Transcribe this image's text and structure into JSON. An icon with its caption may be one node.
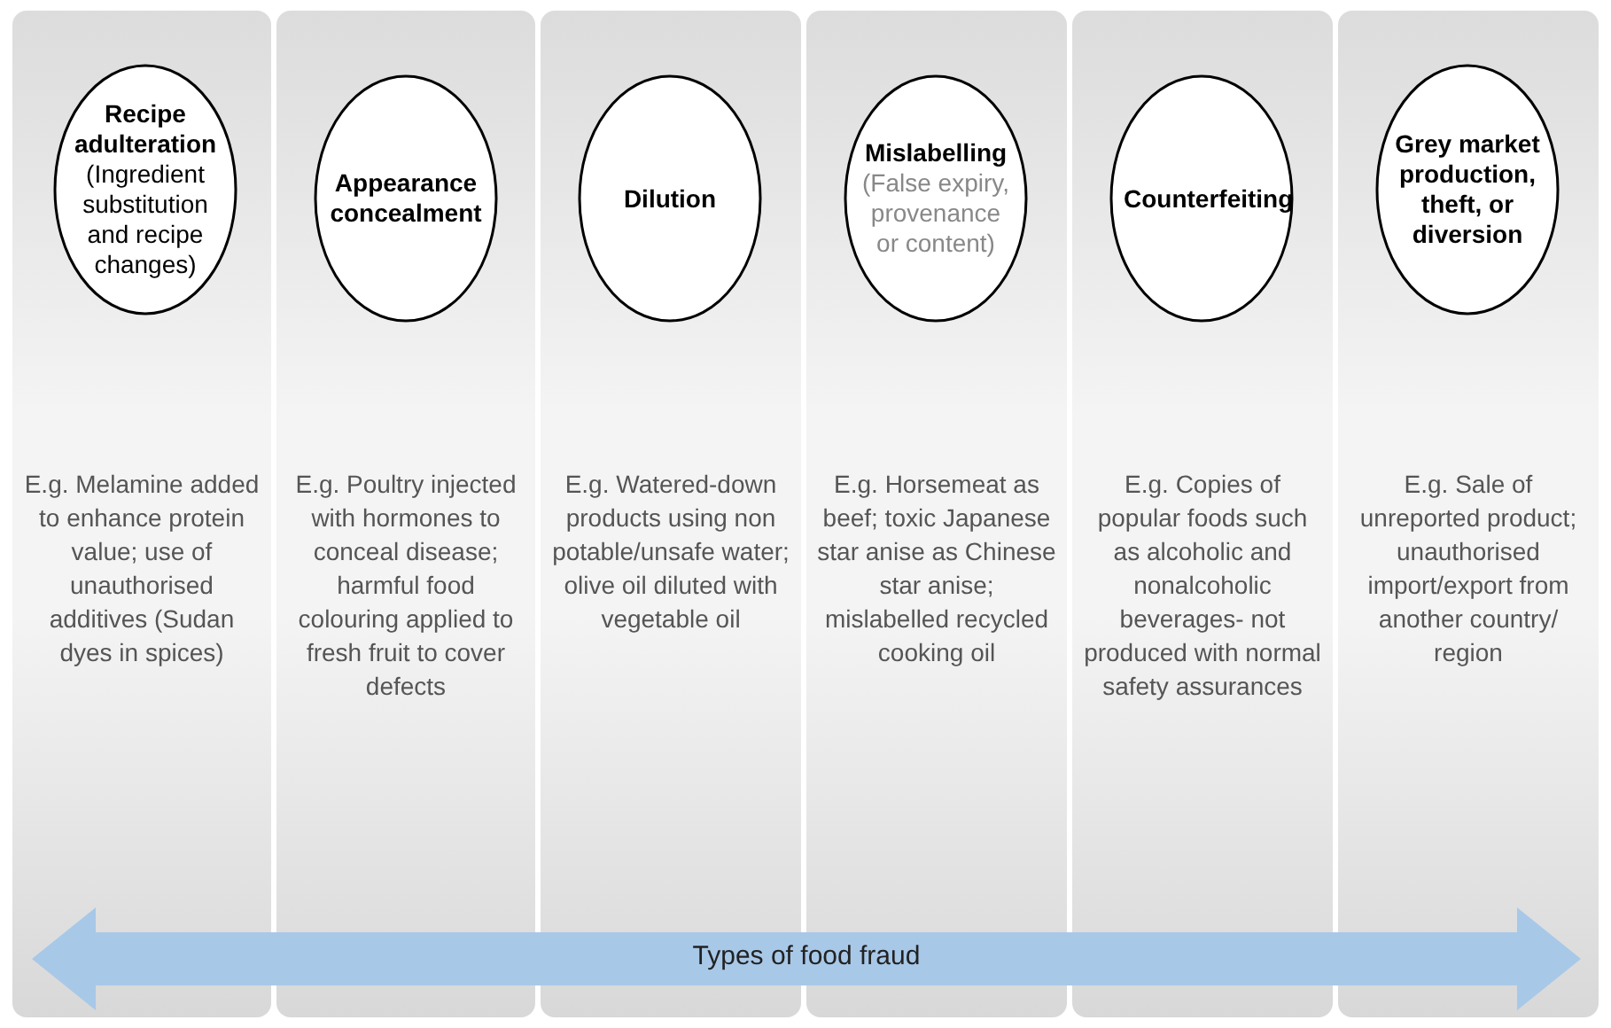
{
  "diagram": {
    "nodes": [
      {
        "text": [
          "E.g. Melamine added to enhance protein value; use of unauthorised additives (Sudan dyes in spices)"
        ]
      },
      {
        "text": [
          "Recipe adulteration",
          "(Ingredient substitution and recipe changes)"
        ],
        "in": 0
      },
      {
        "text": [
          "E.g. Poultry injected with hormones to conceal disease; harmful food colouring applied to fresh fruit to cover defects"
        ]
      },
      {
        "text": [
          "Appearance concealment"
        ],
        "in": 2
      },
      {
        "text": [
          "E.g. Watered-down products using non potable/unsafe water; olive oil diluted with vegetable oil"
        ]
      },
      {
        "text": [
          "Dilution"
        ],
        "in": 4
      },
      {
        "text": [
          "E.g. Horsemeat as beef; toxic Japanese star anise as Chinese star anise; mislabelled recycled cooking oil"
        ]
      },
      {
        "text": [
          "Mislabelling",
          "(False expiry, provenance or content)"
        ],
        "in": 6
      },
      {
        "text": [
          "E.g. Copies of popular foods such as alcoholic and nonalcoholic beverages- not produced with normal safety assurances"
        ]
      },
      {
        "text": [
          "Counterfeiting"
        ],
        "in": 8
      },
      {
        "text": [
          "E.g. Sale of unreported product; unauthorised import/export from another country/ region"
        ]
      },
      {
        "text": [
          "Grey market production, theft, or diversion"
        ],
        "in": 10
      },
      {
        "text": [
          "Types of food fraud"
        ]
      }
    ]
  }
}
